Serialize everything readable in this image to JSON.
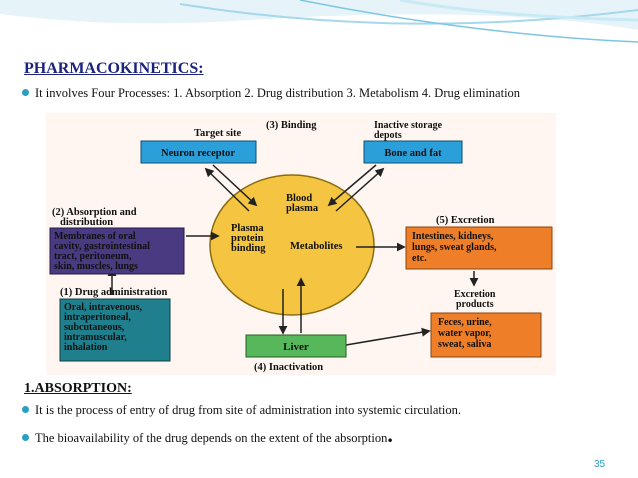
{
  "slide": {
    "title": "PHARMACOKINETICS",
    "title_colon": ":",
    "intro_bullet": "It involves Four Processes: 1. Absorption 2. Drug distribution 3. Metabolism 4. Drug elimination",
    "section_heading": "1.ABSORPTION:",
    "bullets": [
      "It is the process of entry of drug from site of administration into systemic circulation.",
      "The bioavailability of the drug depends on the extent of the absorption"
    ],
    "end_mark": ".",
    "page_number": "35"
  },
  "diagram": {
    "labels": {
      "target_site": "Target site",
      "binding": "(3) Binding",
      "inactive_line1": "Inactive storage",
      "inactive_line2": "depots",
      "absorption_line1": "(2) Absorption and",
      "absorption_line2": "distribution",
      "excretion": "(5) Excretion",
      "drug_admin": "(1) Drug administration",
      "excretion_products_line1": "Excretion",
      "excretion_products_line2": "products",
      "inactivation": "(4) Inactivation"
    },
    "boxes": {
      "neuron_receptor": "Neuron receptor",
      "bone_fat": "Bone and fat",
      "membranes": [
        "Membranes of oral",
        "cavity, gastrointestinal",
        "tract, peritoneum,",
        "skin, muscles, lungs"
      ],
      "routes": [
        "Oral, intravenous,",
        "intraperitoneal,",
        "subcutaneous,",
        "intramuscular,",
        "inhalation"
      ],
      "excretion_organs": [
        "Intestines, kidneys,",
        "lungs, sweat glands,",
        "etc."
      ],
      "feces": [
        "Feces, urine,",
        "water vapor,",
        "sweat, saliva"
      ],
      "liver": "Liver"
    },
    "circle": {
      "blood_plasma": [
        "Blood",
        "plasma"
      ],
      "plasma_binding": [
        "Plasma",
        "protein",
        "binding"
      ],
      "metabolites": "Metabolites"
    },
    "colors": {
      "background": "#fff6f1",
      "blue_box": "#2b9fd9",
      "teal_box": "#1f7f8c",
      "purple_box": "#4a3a82",
      "orange_box": "#ee7e28",
      "green_box": "#56b85a",
      "circle": "#f5c542"
    }
  }
}
